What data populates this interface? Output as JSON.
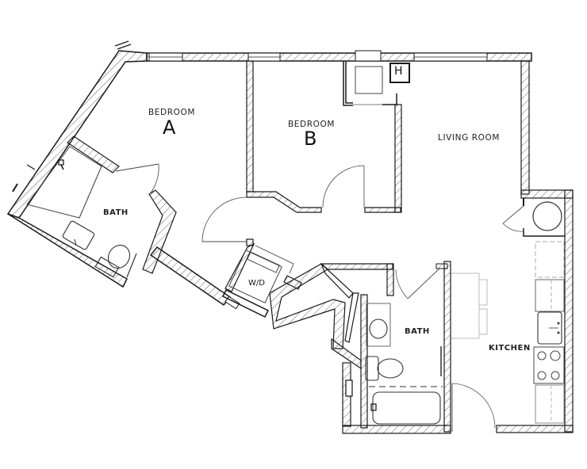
{
  "plan": {
    "type": "apartment floor plan",
    "unit": "2 bedroom / 2 bath",
    "rooms": [
      {
        "id": "bedroom-a",
        "label": "BEDROOM",
        "sub": "A"
      },
      {
        "id": "bedroom-b",
        "label": "BEDROOM",
        "sub": "B"
      },
      {
        "id": "living-room",
        "label": "LIVING ROOM"
      },
      {
        "id": "bath-1",
        "label": "BATH"
      },
      {
        "id": "bath-2",
        "label": "BATH"
      },
      {
        "id": "kitchen",
        "label": "KITCHEN"
      },
      {
        "id": "laundry",
        "label": "W/D"
      }
    ],
    "fixtures": {
      "hvac_label": "H"
    },
    "colors": {
      "wall": "#1a1a1a",
      "hatch": "#555555",
      "fixture": "#444444",
      "background": "#ffffff"
    }
  }
}
